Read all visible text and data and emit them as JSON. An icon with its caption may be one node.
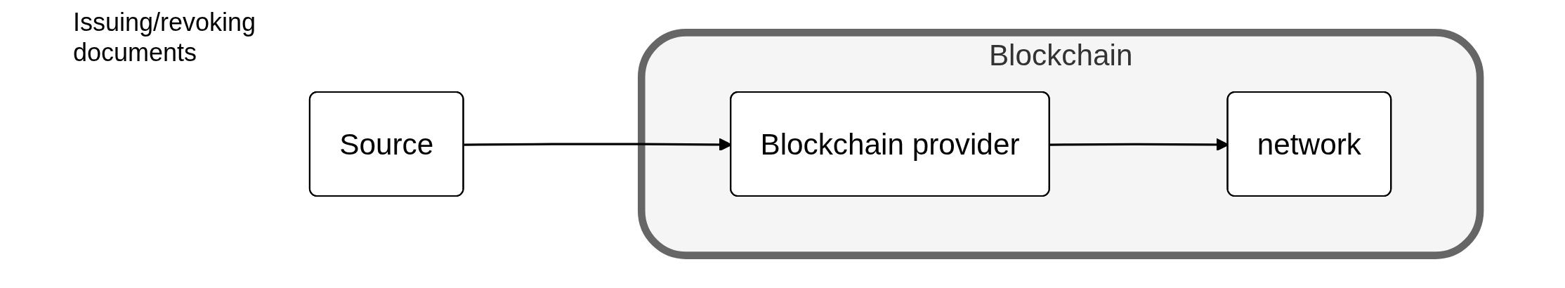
{
  "diagram": {
    "title": "Issuing/revoking documents",
    "nodes": [
      {
        "text": [
          "Source"
        ]
      },
      {
        "text": [
          "Blockchain"
        ]
      },
      {
        "text": [
          "Blockchain provider"
        ],
        "in": 1
      },
      {
        "text": [
          "network"
        ],
        "in": 1
      }
    ],
    "edges": [
      {
        "from": 0,
        "to": 2,
        "arrow": "to"
      },
      {
        "from": 2,
        "to": 3,
        "arrow": "to"
      }
    ]
  }
}
